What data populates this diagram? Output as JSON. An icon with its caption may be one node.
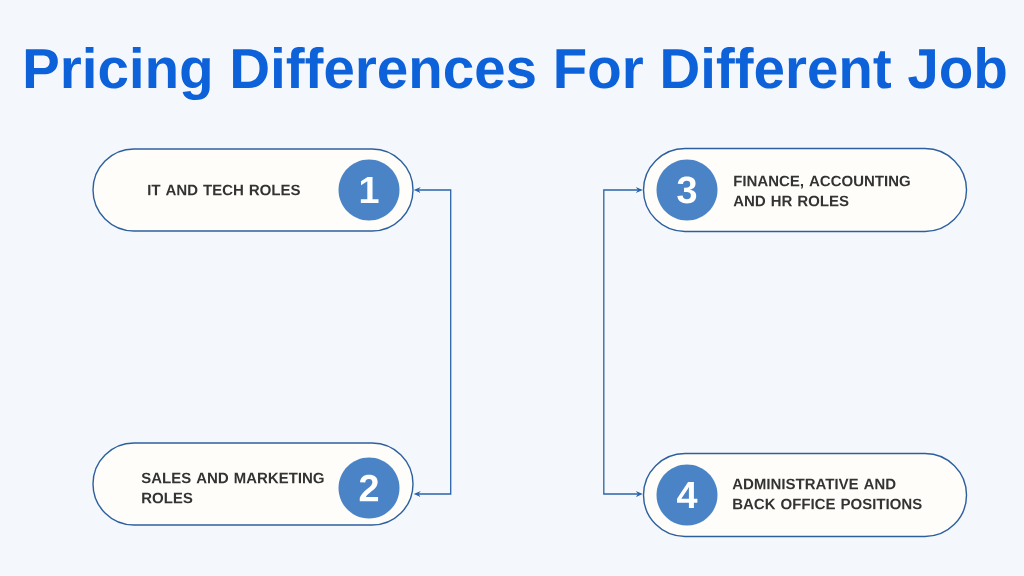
{
  "diagram": {
    "title": "Pricing Differences For Different Job",
    "nodes": [
      {
        "text": [
          "IT AND TECH ROLES"
        ]
      },
      {
        "text": [
          "1"
        ],
        "in": 0
      },
      {
        "text": [
          "SALES AND MARKETING ROLES"
        ]
      },
      {
        "text": [
          "2"
        ],
        "in": 2
      },
      {
        "text": [
          "FINANCE, ACCOUNTING AND HR ROLES"
        ]
      },
      {
        "text": [
          "3"
        ],
        "in": 4
      },
      {
        "text": [
          "ADMINISTRATIVE AND BACK OFFICE POSITIONS"
        ]
      },
      {
        "text": [
          "4"
        ],
        "in": 6
      }
    ],
    "edges": [
      {
        "from": 0,
        "to": 2,
        "arrow": "both"
      },
      {
        "from": 4,
        "to": 6,
        "arrow": "both"
      }
    ]
  }
}
